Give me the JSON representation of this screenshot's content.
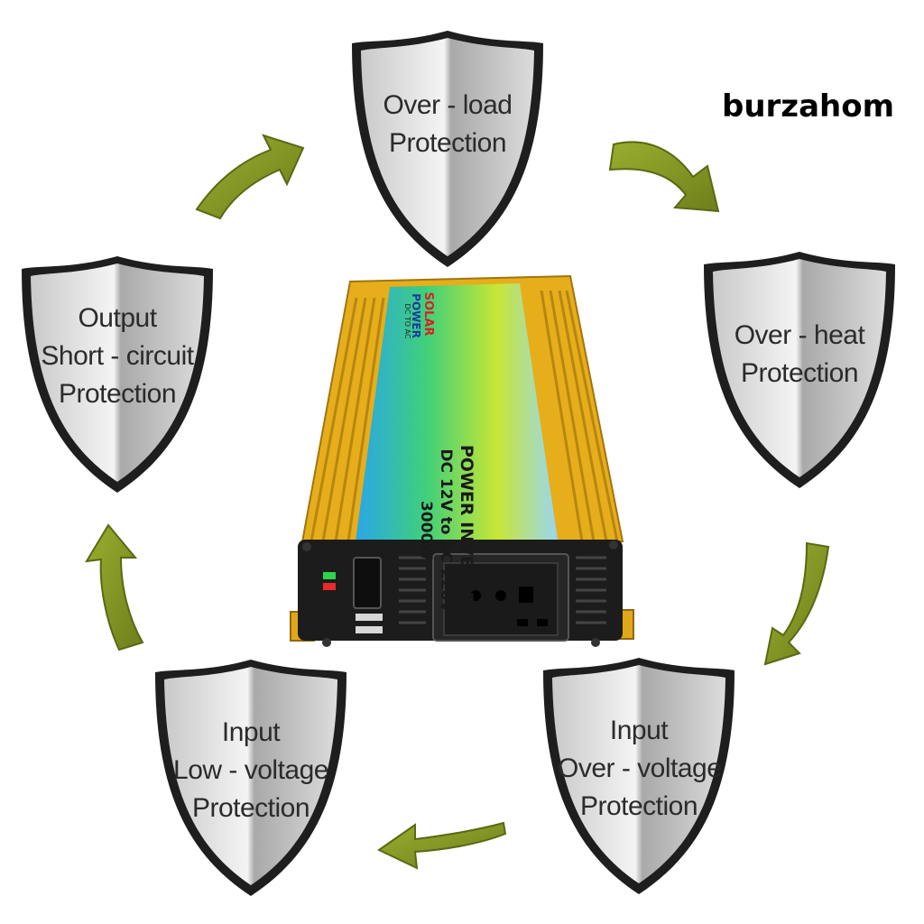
{
  "brand": {
    "name": "burzahom"
  },
  "shields": {
    "top": {
      "lines": [
        "Over - load",
        "Protection"
      ]
    },
    "right": {
      "lines": [
        "Over - heat",
        "Protection"
      ]
    },
    "bottom_right": {
      "lines": [
        "Input",
        "Over - voltage",
        "Protection"
      ]
    },
    "bottom_left": {
      "lines": [
        "Input",
        "Low - voltage",
        "Protection"
      ]
    },
    "left": {
      "lines": [
        "Output",
        "Short - circuit",
        "Protection"
      ]
    }
  },
  "product": {
    "logo_text": "SOLAR",
    "logo_sub": "POWER",
    "logo_small": "DC TO AC",
    "title": "POWER INVERTER",
    "spec": "DC 12V to AC 220V",
    "wattage": "3000W"
  },
  "colors": {
    "arrow": "#8a9a2a",
    "housing": "#e8b21c",
    "shield_light": "#e6e6e6",
    "shield_dark": "#8c8c8c"
  }
}
